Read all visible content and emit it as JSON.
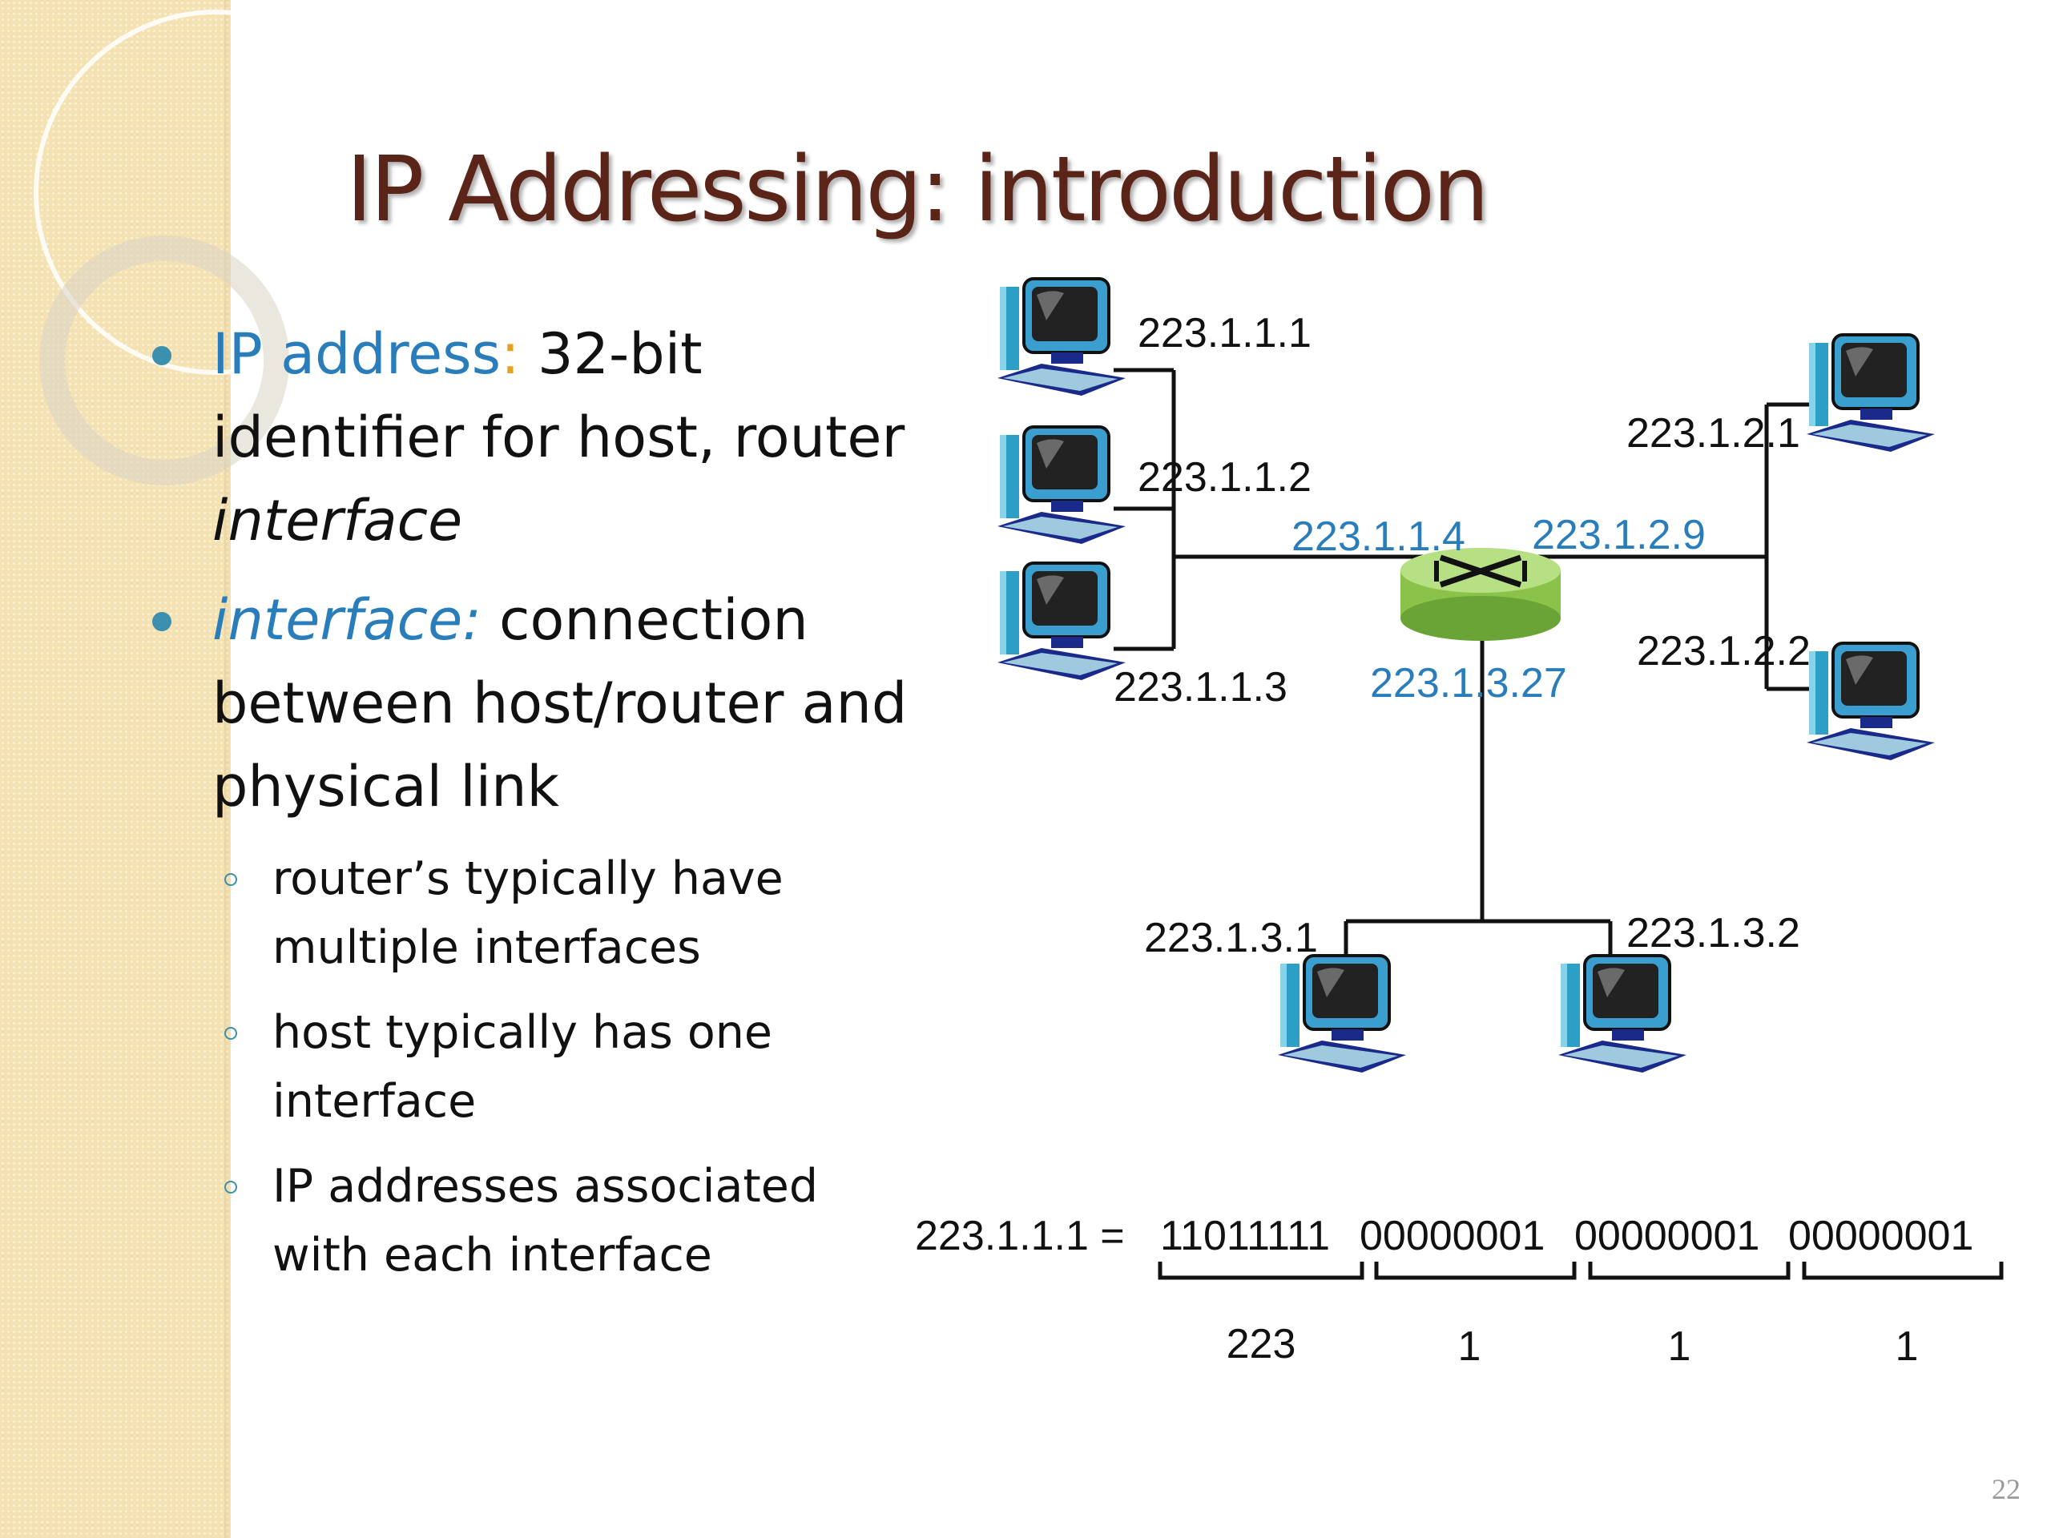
{
  "slide": {
    "title": "IP Addressing: introduction",
    "page_number": "22"
  },
  "bullets": {
    "b1": {
      "term": "IP address",
      "colon": ":",
      "line1_rest": " 32-bit",
      "line2": "identifier for host, router",
      "line3": "interface"
    },
    "b2": {
      "term": "interface:",
      "line1_rest": " connection",
      "line2": "between host/router and",
      "line3": "physical link"
    },
    "sub": [
      {
        "line1": "router’s typically have",
        "line2": "multiple interfaces"
      },
      {
        "line1": "host typically has one",
        "line2": "interface"
      },
      {
        "line1": "IP addresses associated",
        "line2": "with each interface"
      }
    ]
  },
  "diagram": {
    "addresses": {
      "h1": "223.1.1.1",
      "h2": "223.1.1.2",
      "h3": "223.1.1.3",
      "r1": "223.1.1.4",
      "r2": "223.1.2.9",
      "r3": "223.1.3.27",
      "h21": "223.1.2.1",
      "h22": "223.1.2.2",
      "h31": "223.1.3.1",
      "h32": "223.1.3.2"
    },
    "binary": {
      "lhs": "223.1.1.1 =",
      "octets": [
        "11011111",
        "00000001",
        "00000001",
        "00000001"
      ],
      "decimals": [
        "223",
        "1",
        "1",
        "1"
      ]
    }
  },
  "colors": {
    "title": "#5a2418",
    "accent_blue": "#2a7dbb",
    "accent_orange": "#e9a21f",
    "router": "#8bc34a",
    "sidebar": "#f4e2b3"
  },
  "icons": [
    "computer-icon",
    "router-icon"
  ]
}
